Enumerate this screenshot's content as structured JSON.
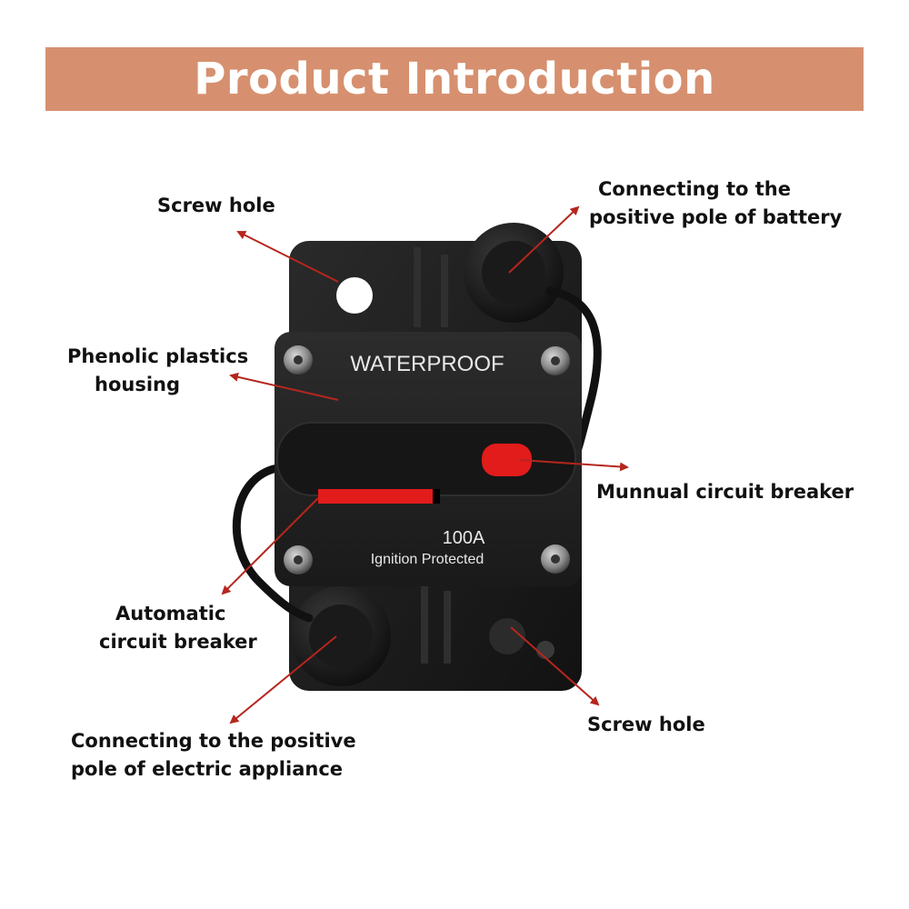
{
  "header": {
    "title": "Product Introduction"
  },
  "device": {
    "top_label": "WATERPROOF",
    "rating": "100A",
    "rating_sub": "Ignition Protected"
  },
  "callouts": {
    "screw_hole_top": "Screw hole",
    "battery_line1": "Connecting to the",
    "battery_line2": "positive pole of  battery",
    "housing_line1": "Phenolic plastics",
    "housing_line2": "housing",
    "manual_breaker": "Munnual circuit breaker",
    "auto_line1": "Automatic",
    "auto_line2": "circuit breaker",
    "appliance_line1": "Connecting to the positive",
    "appliance_line2": "pole of electric appliance",
    "screw_hole_bottom": "Screw hole"
  },
  "colors": {
    "banner": "#d6906f",
    "arrow": "#b5261e",
    "device_body": "#1c1c1c",
    "button_red": "#e21b1b"
  }
}
